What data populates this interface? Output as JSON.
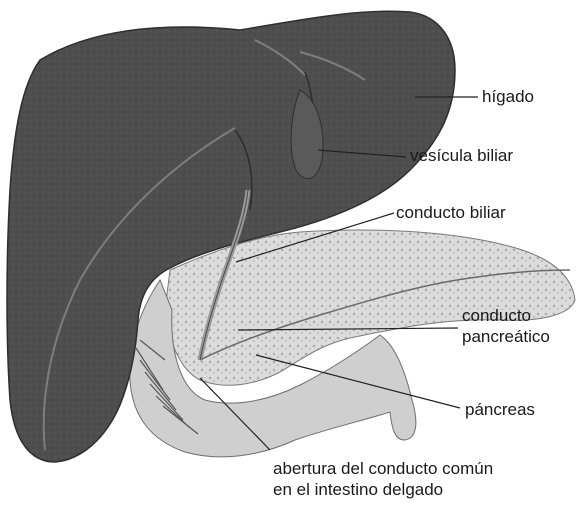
{
  "labels": {
    "liver": "hígado",
    "gallbladder": "vesícula biliar",
    "bile_duct": "conducto biliar",
    "pancreatic_duct_line1": "conducto",
    "pancreatic_duct_line2": "pancreático",
    "pancreas": "páncreas",
    "common_duct_opening_line1": "abertura del conducto común",
    "common_duct_opening_line2": "en el intestino delgado"
  },
  "colors": {
    "liver": "#4e4e4e",
    "liver_shade": "#3a3a3a",
    "pancreas": "#d9d9d9",
    "intestine": "#c8c8c8",
    "leader_lines": "#222222",
    "background": "#ffffff"
  }
}
